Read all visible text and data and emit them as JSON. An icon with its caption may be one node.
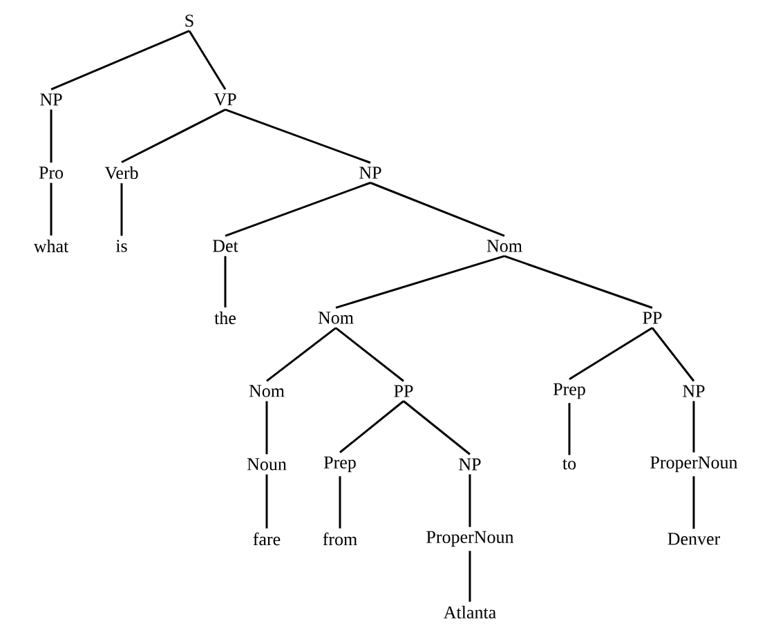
{
  "diagram": {
    "nodes": [
      {
        "text": [
          "S"
        ]
      },
      {
        "text": [
          "NP"
        ]
      },
      {
        "text": [
          "VP"
        ]
      },
      {
        "text": [
          "Pro"
        ]
      },
      {
        "text": [
          "Verb"
        ]
      },
      {
        "text": [
          "NP"
        ]
      },
      {
        "text": [
          "what"
        ]
      },
      {
        "text": [
          "is"
        ]
      },
      {
        "text": [
          "Det"
        ]
      },
      {
        "text": [
          "Nom"
        ]
      },
      {
        "text": [
          "the"
        ]
      },
      {
        "text": [
          "Nom"
        ]
      },
      {
        "text": [
          "PP"
        ]
      },
      {
        "text": [
          "Nom"
        ]
      },
      {
        "text": [
          "PP"
        ]
      },
      {
        "text": [
          "Prep"
        ]
      },
      {
        "text": [
          "NP"
        ]
      },
      {
        "text": [
          "Noun"
        ]
      },
      {
        "text": [
          "Prep"
        ]
      },
      {
        "text": [
          "NP"
        ]
      },
      {
        "text": [
          "to"
        ]
      },
      {
        "text": [
          "ProperNoun"
        ]
      },
      {
        "text": [
          "fare"
        ]
      },
      {
        "text": [
          "from"
        ]
      },
      {
        "text": [
          "ProperNoun"
        ]
      },
      {
        "text": [
          "Denver"
        ]
      },
      {
        "text": [
          "Atlanta"
        ]
      }
    ],
    "edges": [
      {
        "from": 0,
        "to": 1,
        "arrow": "none"
      },
      {
        "from": 0,
        "to": 2,
        "arrow": "none"
      },
      {
        "from": 1,
        "to": 3,
        "arrow": "none"
      },
      {
        "from": 2,
        "to": 4,
        "arrow": "none"
      },
      {
        "from": 2,
        "to": 5,
        "arrow": "none"
      },
      {
        "from": 3,
        "to": 6,
        "arrow": "none"
      },
      {
        "from": 4,
        "to": 7,
        "arrow": "none"
      },
      {
        "from": 5,
        "to": 8,
        "arrow": "none"
      },
      {
        "from": 5,
        "to": 9,
        "arrow": "none"
      },
      {
        "from": 8,
        "to": 10,
        "arrow": "none"
      },
      {
        "from": 9,
        "to": 11,
        "arrow": "none"
      },
      {
        "from": 9,
        "to": 12,
        "arrow": "none"
      },
      {
        "from": 11,
        "to": 13,
        "arrow": "none"
      },
      {
        "from": 11,
        "to": 14,
        "arrow": "none"
      },
      {
        "from": 12,
        "to": 15,
        "arrow": "none"
      },
      {
        "from": 12,
        "to": 16,
        "arrow": "none"
      },
      {
        "from": 13,
        "to": 17,
        "arrow": "none"
      },
      {
        "from": 14,
        "to": 18,
        "arrow": "none"
      },
      {
        "from": 14,
        "to": 19,
        "arrow": "none"
      },
      {
        "from": 15,
        "to": 20,
        "arrow": "none"
      },
      {
        "from": 16,
        "to": 21,
        "arrow": "none"
      },
      {
        "from": 17,
        "to": 22,
        "arrow": "none"
      },
      {
        "from": 18,
        "to": 23,
        "arrow": "none"
      },
      {
        "from": 19,
        "to": 24,
        "arrow": "none"
      },
      {
        "from": 21,
        "to": 25,
        "arrow": "none"
      },
      {
        "from": 24,
        "to": 26,
        "arrow": "none"
      }
    ]
  }
}
